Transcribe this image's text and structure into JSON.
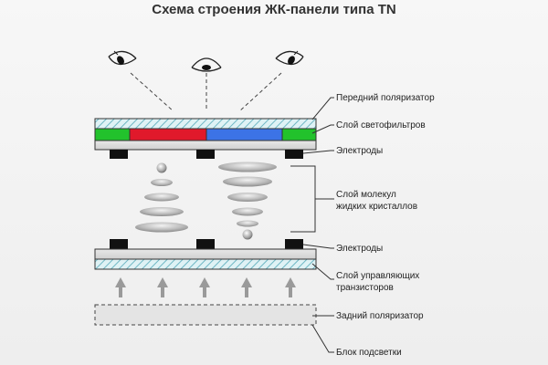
{
  "title": "Схема строения ЖК-панели типа TN",
  "labels": {
    "front_polarizer": "Передний поляризатор",
    "color_filters": "Слой светофильтров",
    "electrodes_top": "Электроды",
    "lc_line1": "Слой молекул",
    "lc_line2": "жидких кристаллов",
    "electrodes_bottom": "Электроды",
    "transistors_line1": "Слой управляющих",
    "transistors_line2": "транзисторов",
    "rear_polarizer": "Задний поляризатор",
    "backlight": "Блок подсветки"
  },
  "colors": {
    "green_filter": "#22c22c",
    "red_filter": "#e0192b",
    "blue_filter": "#3c73e6",
    "hatch": "#6fb7c4",
    "electrode": "#111111",
    "lc_molecule": "#b8b8b8",
    "arrow": "#9a9a9a"
  },
  "icons": [
    "eye-icon",
    "eye-icon",
    "eye-icon",
    "up-arrow-icon"
  ]
}
